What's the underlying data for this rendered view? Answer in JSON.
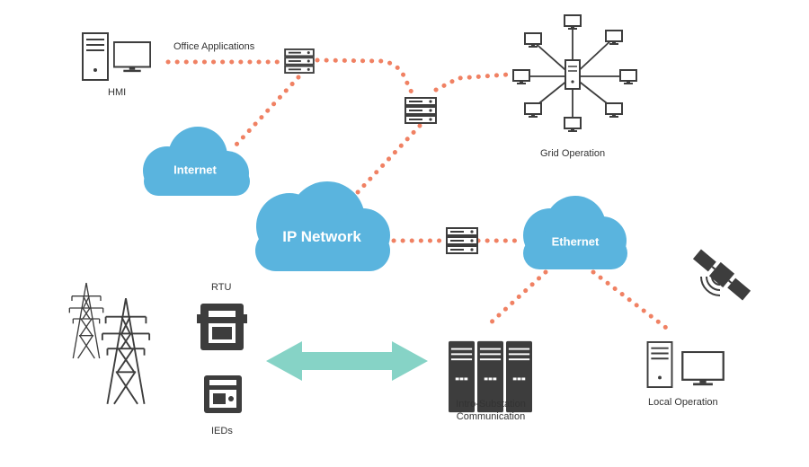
{
  "labels": {
    "hmi": "HMI",
    "office_applications": "Office Applications",
    "grid_operation": "Grid Operation",
    "internet": "Internet",
    "ip_network": "IP Network",
    "ethernet": "Ethernet",
    "rtu": "RTU",
    "ieds": "IEDs",
    "intro_substation_line1": "Intro-Substation",
    "intro_substation_line2": "Communication",
    "local_operation": "Local Operation"
  },
  "colors": {
    "cloud": "#5ab4de",
    "dots": "#f08163",
    "arrow": "#86d3c6",
    "device": "#3d3d3d"
  }
}
